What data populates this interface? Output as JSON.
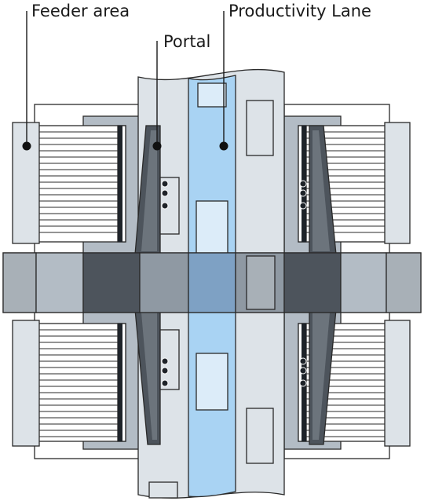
{
  "labels": {
    "feeder_area": "Feeder area",
    "portal": "Portal",
    "productivity_lane": "Productivity Lane"
  },
  "colors": {
    "module_light": "#dde3e8",
    "module_mid": "#b3bcc5",
    "module_dark": "#5a626b",
    "lane_blue": "#a9d3f3",
    "lane_blue_light": "#dcecf9",
    "rail_light": "#a8b0b7",
    "rail_dark": "#4d545c",
    "outline": "#2a2a2a"
  }
}
